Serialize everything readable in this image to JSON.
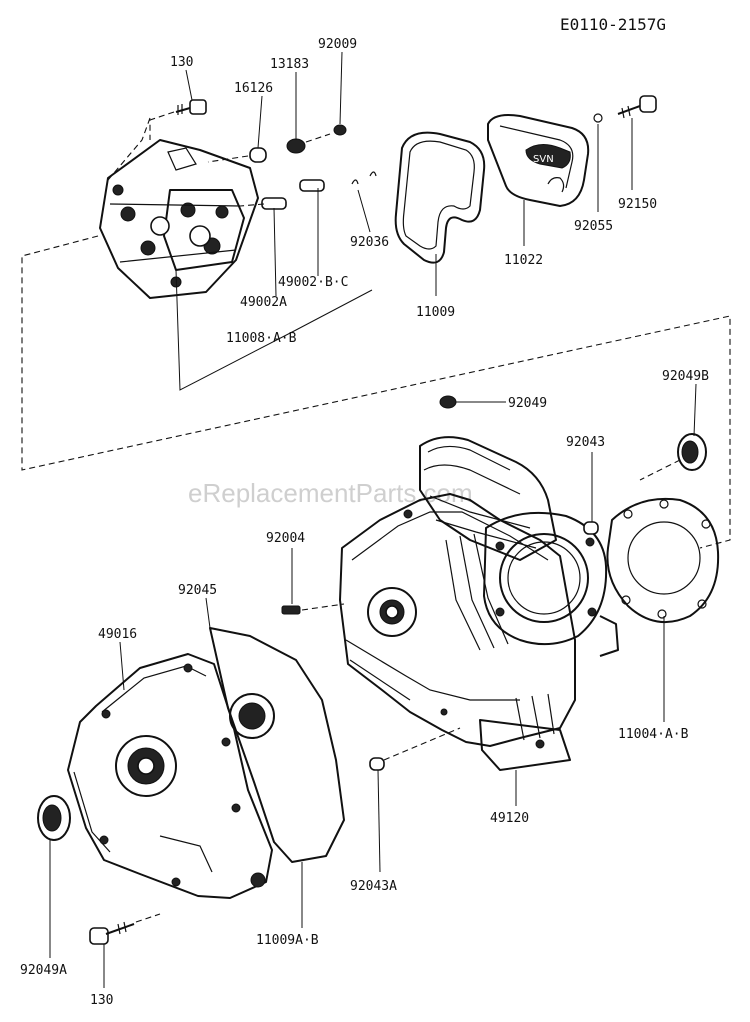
{
  "diagram_code": "E0110-2157G",
  "watermark": "eReplacementParts.com",
  "labels": {
    "p130_top": "130",
    "p92009": "92009",
    "p13183": "13183",
    "p16126": "16126",
    "p92036": "92036",
    "p49002bc": "49002·B·C",
    "p49002a": "49002A",
    "p11008ab": "11008·A·B",
    "p11009": "11009",
    "p11022": "11022",
    "p92055": "92055",
    "p92150": "92150",
    "p92049": "92049",
    "p92049b": "92049B",
    "p92043": "92043",
    "p92004": "92004",
    "p92045": "92045",
    "p49016": "49016",
    "p11004ab": "11004·A·B",
    "p49120": "49120",
    "p92043a": "92043A",
    "p11009ab": "11009A·B",
    "p92049a": "92049A",
    "p130_bottom": "130"
  }
}
